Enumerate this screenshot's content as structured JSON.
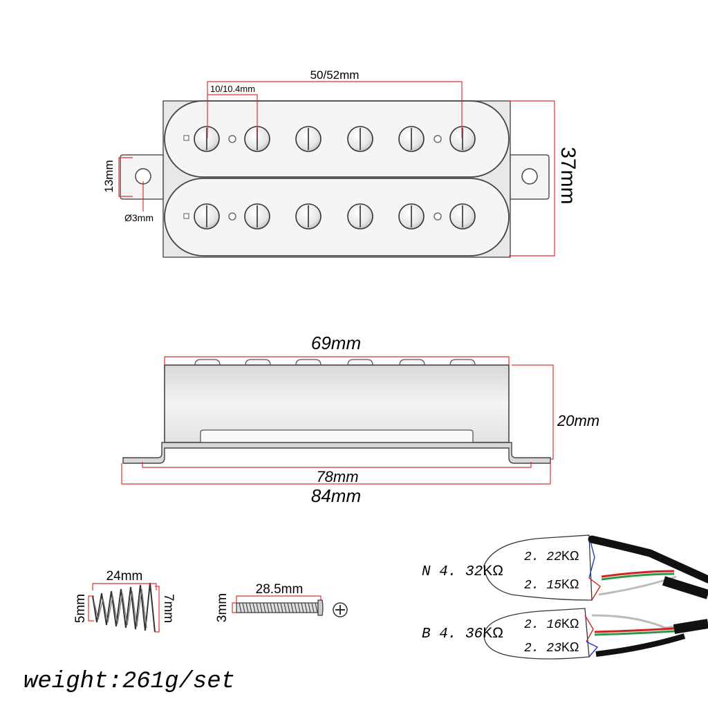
{
  "top_view": {
    "pole_spacing": "10/10.4mm",
    "pole_span": "50/52mm",
    "height": "37mm",
    "mount_tab": "13mm",
    "hole_diameter": "Ø3mm"
  },
  "side_view": {
    "top_width": "69mm",
    "height": "20mm",
    "inner_width": "78mm",
    "total_width": "84mm"
  },
  "parts": {
    "spring_length": "24mm",
    "spring_small_dia": "5mm",
    "spring_large_dia": "7mm",
    "screw_length": "28.5mm",
    "screw_dia": "3mm"
  },
  "wiring": {
    "neck_label": "N 4. 32",
    "neck_coil_a": "2. 22",
    "neck_coil_b": "2. 15",
    "bridge_label": "B 4. 36",
    "bridge_coil_a": "2. 16",
    "bridge_coil_b": "2. 23",
    "unit": "KΩ"
  },
  "weight": "weight:261g/set",
  "colors": {
    "dimension_line": "#e03030",
    "pickup_fill": "#f2f2f2",
    "outline": "#333333",
    "wire_blue": "#2233cc",
    "wire_red": "#d02020",
    "wire_green": "#2a9a4a",
    "cable": "#111111"
  }
}
